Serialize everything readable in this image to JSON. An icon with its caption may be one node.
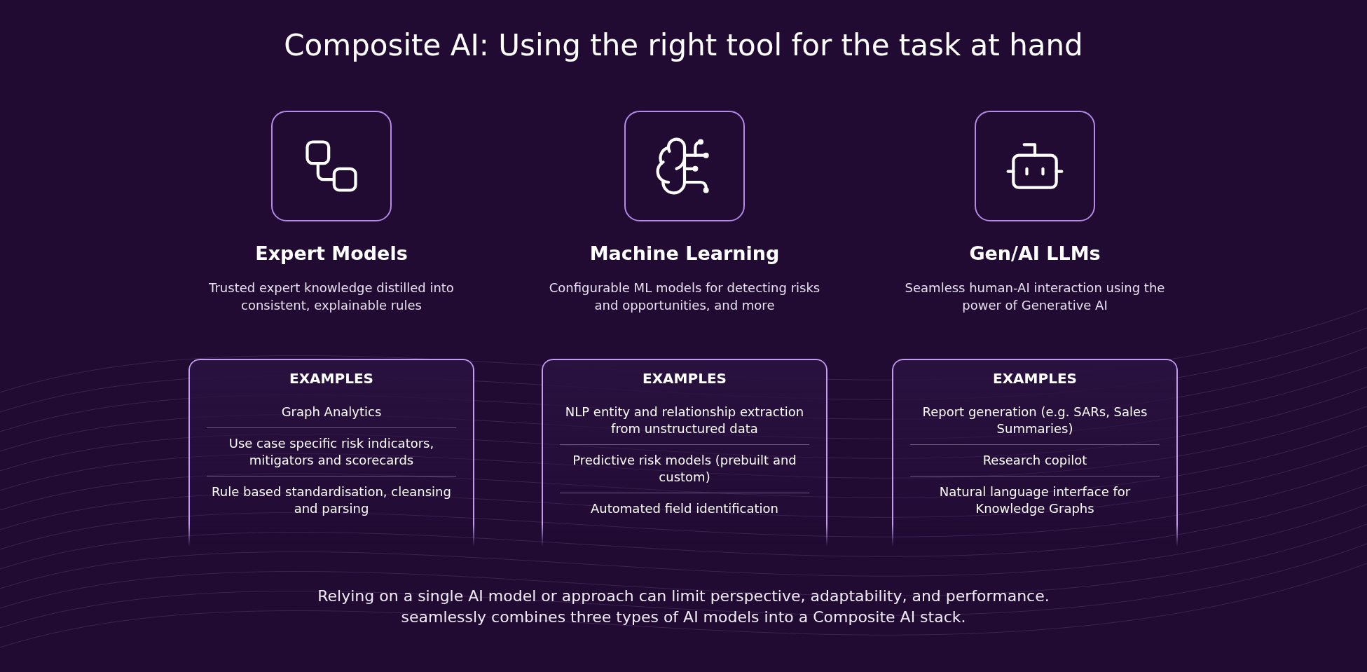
{
  "diagram": {
    "title": "Composite AI: Using the right tool for the task at hand",
    "nodes": [
      {
        "text": [
          "EXAMPLES",
          "Graph Analytics",
          "Use case specific risk indicators, mitigators and scorecards",
          "Rule based standardisation, cleansing and parsing"
        ]
      },
      {
        "text": [
          "EXAMPLES",
          "NLP entity and relationship extraction from unstructured data",
          "Predictive risk models (prebuilt and custom)",
          "Automated field identification"
        ]
      },
      {
        "text": [
          "EXAMPLES",
          "Report generation (e.g. SARs, Sales Summaries)",
          "Research copilot",
          "Natural language interface for Knowledge Graphs"
        ]
      }
    ],
    "labels": [
      "Expert Models",
      "Trusted expert knowledge distilled into consistent, explainable rules",
      "Machine Learning",
      "Configurable ML models for detecting risks and opportunities, and more",
      "Gen/AI LLMs",
      "Seamless human-AI interaction using the power of Generative AI"
    ],
    "caption": "Relying on a single AI model or approach can limit perspective, adaptability, and performance. seamlessly combines three types of AI models into a Composite AI stack."
  }
}
